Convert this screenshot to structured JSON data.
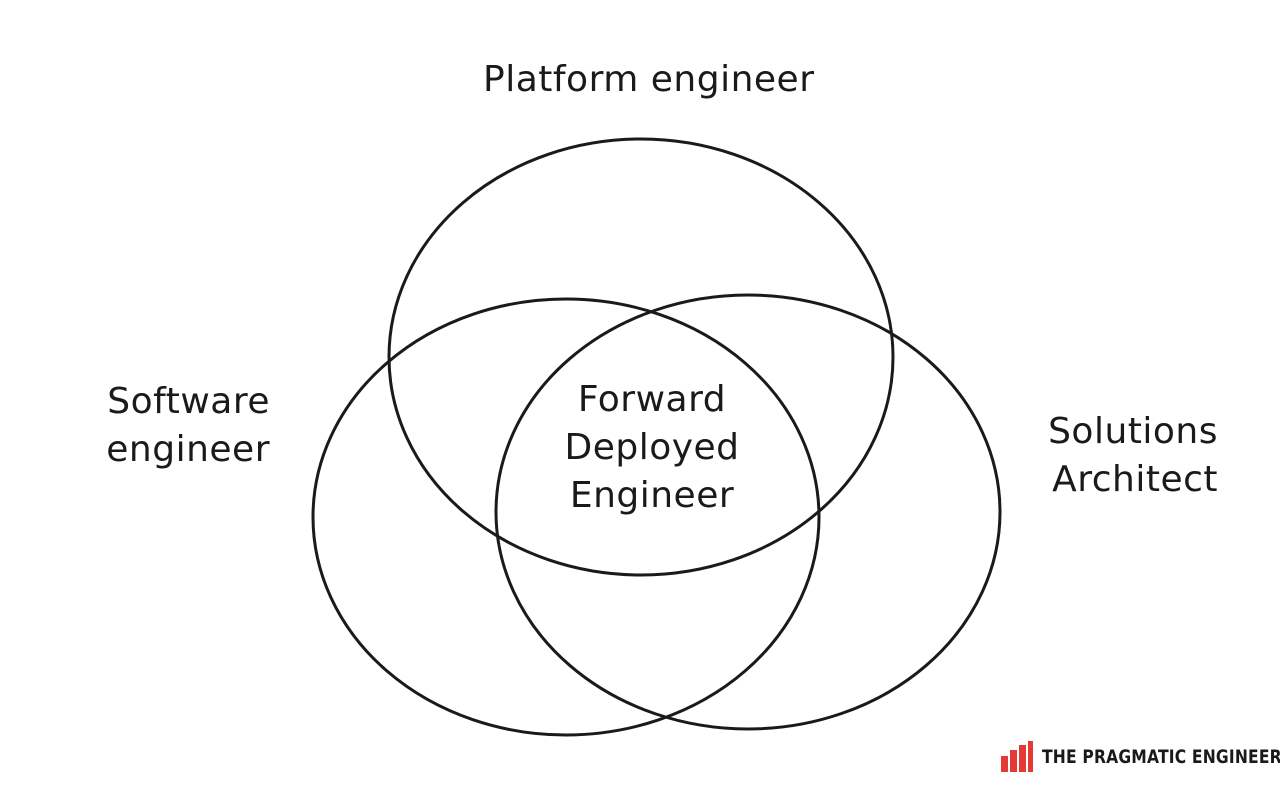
{
  "diagram": {
    "type": "venn",
    "sets": [
      {
        "label": "Platform engineer"
      },
      {
        "label_lines": [
          "Software",
          "engineer"
        ]
      },
      {
        "label_lines": [
          "Solutions",
          "Architect"
        ]
      }
    ],
    "intersection": {
      "label_lines": [
        "Forward",
        "Deployed",
        "Engineer"
      ]
    }
  },
  "brand": {
    "name": "THE PRAGMATIC ENGINEER",
    "logo_icon": "bar-chart-logo",
    "logo_color": "#e53935"
  },
  "colors": {
    "background": "#ffffff",
    "ink": "#1a1a1a"
  }
}
